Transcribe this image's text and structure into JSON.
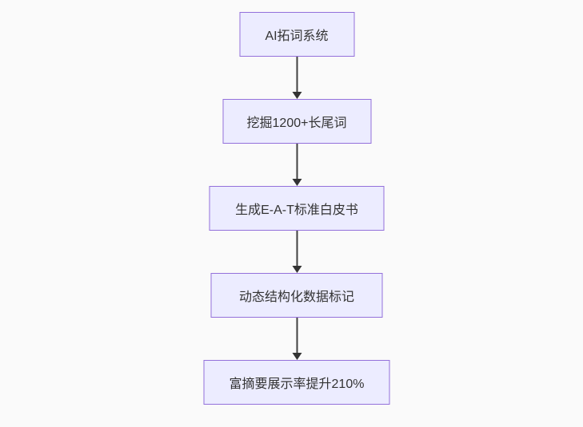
{
  "flowchart": {
    "type": "flowchart",
    "direction": "top-down",
    "nodes": [
      {
        "label": "AI拓词系统"
      },
      {
        "label": "挖掘1200+长尾词"
      },
      {
        "label": "生成E-A-T标准白皮书"
      },
      {
        "label": "动态结构化数据标记"
      },
      {
        "label": "富摘要展示率提升210%"
      }
    ],
    "edges": [
      {
        "from": "AI拓词系统",
        "to": "挖掘1200+长尾词",
        "style": "arrow-down"
      },
      {
        "from": "挖掘1200+长尾词",
        "to": "生成E-A-T标准白皮书",
        "style": "arrow-down"
      },
      {
        "from": "生成E-A-T标准白皮书",
        "to": "动态结构化数据标记",
        "style": "arrow-down"
      },
      {
        "from": "动态结构化数据标记",
        "to": "富摘要展示率提升210%",
        "style": "arrow-down"
      }
    ]
  },
  "colors": {
    "page_background": "#fafafa",
    "node_fill": "#ececff",
    "node_border": "#9370db",
    "node_text": "#333333",
    "edge_line": "#404040",
    "edge_arrowhead": "#333333"
  }
}
